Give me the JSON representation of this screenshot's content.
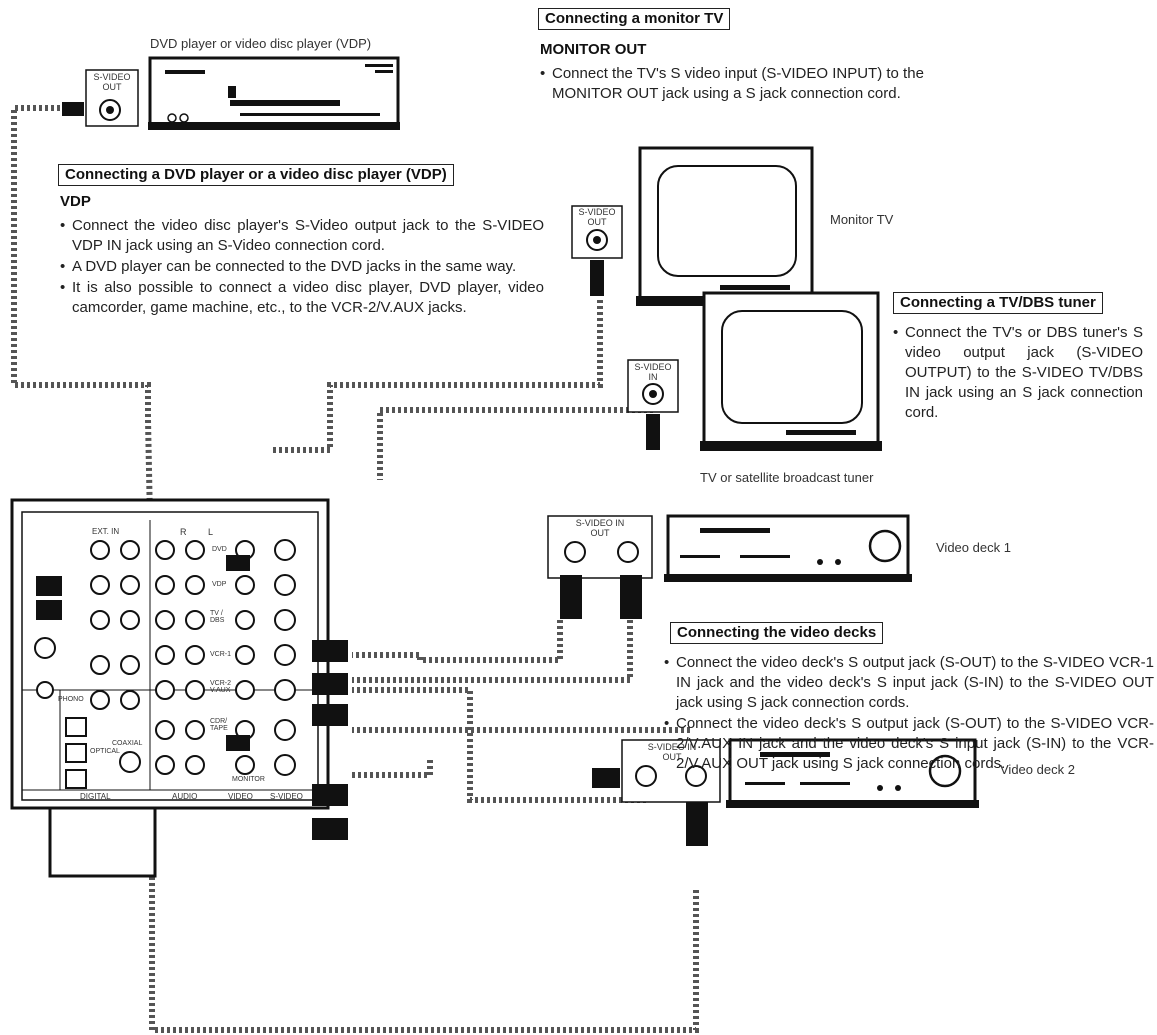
{
  "devices": {
    "dvd_label": "DVD player or video disc player (VDP)",
    "monitor_label": "Monitor TV",
    "tuner_label": "TV or satellite broadcast tuner",
    "deck1_label": "Video deck 1",
    "deck2_label": "Video deck 2"
  },
  "jacks": {
    "s_video_out": "S-VIDEO OUT",
    "s_video_in": "S-VIDEO IN",
    "s_video_in_out": "S-VIDEO IN OUT"
  },
  "monitor_section": {
    "heading": "Connecting a monitor TV",
    "subheading": "MONITOR OUT",
    "bullet": "Connect the TV's S video input (S-VIDEO INPUT) to the MONITOR OUT jack using a S jack connection cord."
  },
  "vdp_section": {
    "heading": "Connecting a DVD player or a video disc player (VDP)",
    "subheading": "VDP",
    "bullets": [
      "Connect the video disc player's S-Video output jack to the S-VIDEO VDP IN jack using an S-Video connection cord.",
      "A DVD player can be connected to the DVD jacks in the same way.",
      "It is also possible to connect a video disc player, DVD player, video camcorder, game machine, etc., to the VCR-2/V.AUX jacks."
    ]
  },
  "tuner_section": {
    "heading": "Connecting a TV/DBS tuner",
    "bullet": "Connect the TV's or DBS tuner's S video output jack (S-VIDEO OUTPUT) to the S-VIDEO TV/DBS IN jack using an S jack connection cord."
  },
  "decks_section": {
    "heading": "Connecting the video decks",
    "bullets": [
      "Connect the video deck's S output jack (S-OUT) to the S-VIDEO VCR-1 IN jack and the video deck's S input jack (S-IN) to the S-VIDEO OUT jack using S jack connection cords.",
      "Connect the video deck's S output jack (S-OUT) to the S-VIDEO VCR-2/V.AUX IN jack and the video deck's S input jack (S-IN) to the VCR-2/V.AUX OUT jack using S jack connection cords."
    ]
  },
  "receiver_labels": {
    "ext_in": "EXT. IN",
    "digital": "DIGITAL",
    "audio": "AUDIO",
    "s_video": "S-VIDEO",
    "monitor": "MONITOR",
    "video": "VIDEO",
    "dvd": "DVD",
    "vdp": "VDP",
    "tv_dbs": "TV / DBS",
    "vcr1": "VCR-1",
    "vcr2": "VCR-2 V.AUX",
    "cdr_tape": "CDR/ TAPE",
    "phono": "PHONO",
    "coaxial": "COAXIAL",
    "optical": "OPTICAL",
    "l": "L",
    "r": "R"
  }
}
